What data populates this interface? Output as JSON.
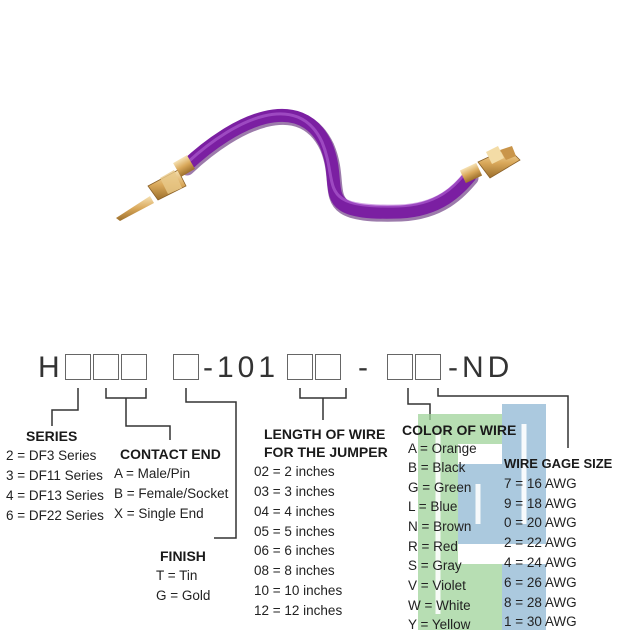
{
  "part_number": {
    "h": "H",
    "mid": "-101",
    "dash": "-",
    "end": "-ND"
  },
  "series": {
    "heading": "SERIES",
    "items": [
      "2 = DF3 Series",
      "3 = DF11 Series",
      "4 = DF13 Series",
      "6 = DF22 Series"
    ]
  },
  "contact_end": {
    "heading": "CONTACT END",
    "items": [
      "A = Male/Pin",
      "B = Female/Socket",
      "X = Single End"
    ]
  },
  "finish": {
    "heading": "FINISH",
    "items": [
      "T = Tin",
      "G = Gold"
    ]
  },
  "length": {
    "heading_line1": "LENGTH OF WIRE",
    "heading_line2": "FOR THE JUMPER",
    "items": [
      "02 = 2 inches",
      "03 = 3 inches",
      "04 = 4 inches",
      "05 = 5 inches",
      "06 = 6 inches",
      "08 = 8 inches",
      "10 = 10 inches",
      "12 = 12 inches"
    ]
  },
  "color": {
    "heading": "COLOR OF WIRE",
    "items": [
      "A = Orange",
      "B = Black",
      "G = Green",
      "L = Blue",
      "N = Brown",
      "R = Red",
      "S = Gray",
      "V = Violet",
      "W = White",
      "Y = Yellow"
    ]
  },
  "gage": {
    "heading": "WIRE GAGE SIZE",
    "items": [
      "7 = 16 AWG",
      "9 = 18 AWG",
      "0 = 20 AWG",
      "2 = 22 AWG",
      "4 = 24 AWG",
      "6 = 26 AWG",
      "8 = 28 AWG",
      "1 = 30 AWG"
    ]
  },
  "colors": {
    "wire": "#7b1fa2",
    "wire_dark": "#4a0f66",
    "metal": "#d9a85a",
    "logo_green": "#9fd49a",
    "logo_blue": "#8fb7d4"
  }
}
